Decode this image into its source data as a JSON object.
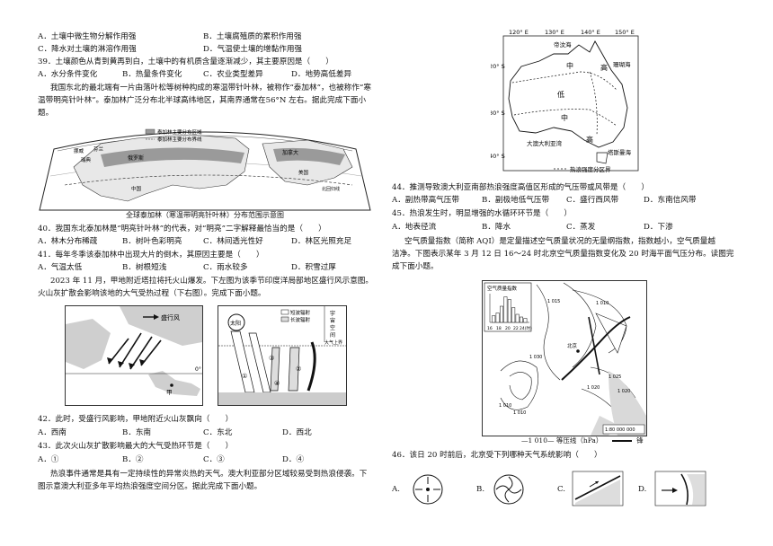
{
  "left": {
    "q38_opts": {
      "A": "A．土壤中微生物分解作用强",
      "B": "B．土壤腐殖质的累积作用强",
      "C": "C．降水对土壤的淋溶作用强",
      "D": "D．气温使土壤的增黏作用强"
    },
    "q39": {
      "stem": "39．土壤颜色从青到黄再到白，土壤中的有机质含量逐渐减少，其主要原因是（　　）",
      "A": "A．水分条件变化",
      "B": "B．热量条件变化",
      "C": "C．农业类型差异",
      "D": "D．地势高低差异"
    },
    "intro1": [
      "我国东北的最北端有一片由落叶松等树种构成的寒温带针叶林，被称作“泰加林”，也被称作“寒",
      "温带明亮针叶林”。泰加林广泛分布北半球高纬地区，其南界通常在56°N 左右。据此完成下面小",
      "题。"
    ],
    "map1": {
      "caption": "全球泰加林（寒温带明亮针叶林）分布范围示意图",
      "legend1": "泰加林主要分布区域",
      "legend2": "泰加林主要分布界线",
      "labels": [
        "挪威",
        "芬兰",
        "瑞典",
        "俄罗斯",
        "加拿大",
        "美国",
        "中国",
        "北回归线"
      ]
    },
    "q40": {
      "stem": "40．我国东北泰加林是“明亮针叶林”的代表，对“明亮”二字解释最恰当的是（　　）",
      "A": "A．林木分布稀疏",
      "B": "B．树叶色彩明亮",
      "C": "C．林间透光性好",
      "D": "D．林区光照充足"
    },
    "q41": {
      "stem": "41．每年冬季该泰加林中出现大片的倒木，其原因主要是（　　）",
      "A": "A．气温太低",
      "B": "B．树根短浅",
      "C": "C．雨水较多",
      "D": "D．积雪过厚"
    },
    "intro2": [
      "2023 年 11 月，甲地附近塔拉将托火山爆发。下左图为该季节印度洋局部地区盛行风示意图。",
      "火山灰扩散会影响该地的大气受热过程（下右图）。完成下面小题。"
    ],
    "fig_wind": {
      "legend": "盛行风",
      "point": "甲",
      "eq": "0°"
    },
    "fig_heat": {
      "legend1": "短波辐射",
      "legend2": "长波辐射",
      "space": [
        "宇",
        "宙",
        "空",
        "间"
      ],
      "atm": "大气上界",
      "sun": "太阳",
      "nums": [
        "①",
        "②",
        "③",
        "④"
      ]
    },
    "q42": {
      "stem": "42．此时，受盛行风影响，甲地附近火山灰飘向（　　）",
      "A": "A．西南",
      "B": "B．东南",
      "C": "C．东北",
      "D": "D．西北"
    },
    "q43": {
      "stem": "43．此次火山灰扩散影响最大的大气受热环节是（　　）",
      "A": "A．①",
      "B": "B．②",
      "C": "C．③",
      "D": "D．④"
    },
    "intro3": [
      "热浪事件通常是具有一定持续性的异常炎热的天气。澳大利亚部分区域较易受到热浪侵袭。下",
      "图示意澳大利亚多年平均热浪强度空间分区。据此完成下面小题。"
    ]
  },
  "right": {
    "map_au": {
      "lon": [
        "120° E",
        "130° E",
        "140° E",
        "150° E"
      ],
      "lat": [
        "20° S",
        "30° S",
        "40° S"
      ],
      "labels": {
        "timor": "帝汶海",
        "coral": "珊瑚海",
        "gulf": "大澳大利亚湾",
        "tasman": "塔斯曼海",
        "low": "低",
        "mid1": "中",
        "mid2": "中",
        "high1": "高",
        "high2": "高"
      },
      "legend": "热浪强度分区界"
    },
    "q44": {
      "stem": "44．推测导致澳大利亚南部热浪强度高值区形成的气压带或风带是（　　）",
      "A": "A．副热带高气压带",
      "B": "B．副极地低气压带",
      "C": "C．盛行西风带",
      "D": "D．东南信风带"
    },
    "q45": {
      "stem": "45．热浪发生时，明显增强的水循环环节是（　　）",
      "A": "A．地表径流",
      "B": "B．降水",
      "C": "C．蒸发",
      "D": "D．下渗"
    },
    "intro4": [
      "空气质量指数（简称 AQI）是定量描述空气质量状况的无量纲指数，指数越小，空气质量越",
      "洁净。下图表示某年 3 月 12 日 16～24 时北京空气质量指数变化及 20 时海平面气压分布。读图完",
      "成下面小题。"
    ],
    "fig_aqi": {
      "chart_title": "空气质量指数",
      "xticks": [
        "16",
        "18",
        "20",
        "22",
        "24(时)"
      ],
      "isobars": [
        "1 030",
        "1 015",
        "1 010",
        "1 025",
        "1 020",
        "1 020",
        "1 010",
        "1 010"
      ],
      "city": "北京",
      "scale": "1:80 000 000",
      "legend1": "等压线（hPa）",
      "legend2": "锋",
      "legend_prefix": "—1 010—"
    },
    "aqi_chart": {
      "type": "bar",
      "categories": [
        "16",
        "17",
        "18",
        "19",
        "20",
        "21",
        "22",
        "23",
        "24"
      ],
      "values": [
        0.25,
        0.35,
        0.6,
        0.95,
        0.85,
        0.55,
        0.3,
        0.2,
        0.15
      ]
    },
    "q46": {
      "stem": "46．该日 20 时前后，北京受下列哪种天气系统影响（　　）",
      "A": "A.",
      "B": "B.",
      "C": "C.",
      "D": "D."
    }
  }
}
